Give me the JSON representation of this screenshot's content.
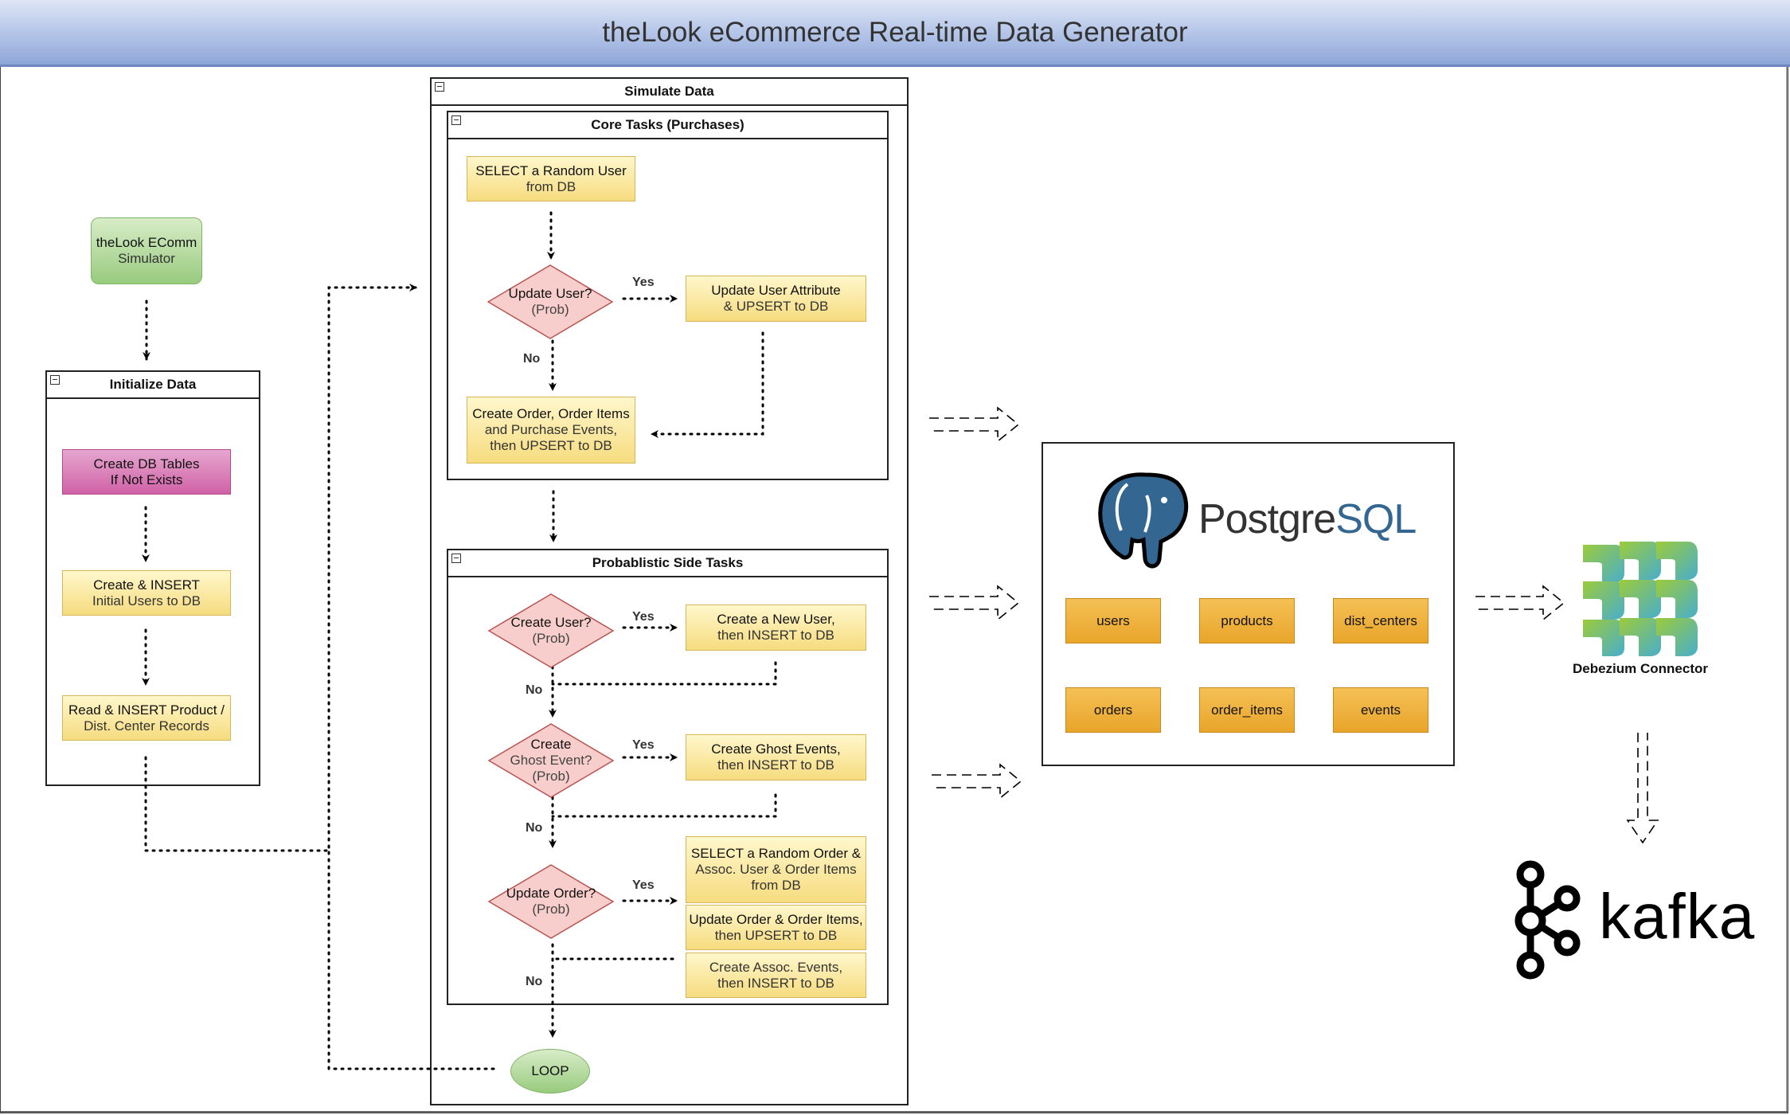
{
  "title": "theLook eCommerce Real-time Data Generator",
  "simulator": {
    "line1": "theLook EComm",
    "line2": "Simulator"
  },
  "initialize": {
    "title": "Initialize Data",
    "create_tables": {
      "line1": "Create DB Tables",
      "line2": "If Not Exists"
    },
    "insert_users": {
      "line1": "Create & INSERT",
      "line2": "Initial Users to DB"
    },
    "insert_products": {
      "line1": "Read & INSERT Product /",
      "line2": "Dist. Center Records"
    }
  },
  "simulate": {
    "title": "Simulate Data",
    "core": {
      "title": "Core Tasks (Purchases)",
      "select_user": {
        "line1": "SELECT a Random User",
        "line2": "from DB"
      },
      "update_user_q": {
        "line1": "Update User?",
        "line2": "(Prob)"
      },
      "update_user_attr": {
        "line1": "Update User Attribute",
        "line2": "& UPSERT to DB"
      },
      "create_order": {
        "line1": "Create Order, Order Items",
        "line2": "and Purchase Events,",
        "line3": "then UPSERT to DB"
      }
    },
    "side": {
      "title": "Probablistic Side Tasks",
      "create_user_q": {
        "line1": "Create User?",
        "line2": "(Prob)"
      },
      "create_new_user": {
        "line1": "Create a New User,",
        "line2": "then INSERT to DB"
      },
      "ghost_q": {
        "line1": "Create",
        "line2": "Ghost Event?",
        "line3": "(Prob)"
      },
      "ghost_events": {
        "line1": "Create Ghost Events,",
        "line2": "then INSERT to DB"
      },
      "update_order_q": {
        "line1": "Update Order?",
        "line2": "(Prob)"
      },
      "select_order": {
        "line1": "SELECT a Random Order &",
        "line2": "Assoc. User & Order Items",
        "line3": "from DB"
      },
      "update_order": {
        "line1": "Update Order & Order Items,",
        "line2": "then UPSERT to DB"
      },
      "assoc_events": {
        "line1": "Create Assoc. Events,",
        "line2": "then INSERT to DB"
      }
    },
    "loop": "LOOP"
  },
  "labels": {
    "yes": "Yes",
    "no": "No"
  },
  "postgres": {
    "logo_part1": "Postgre",
    "logo_part2": "SQL",
    "tables": [
      "users",
      "products",
      "dist_centers",
      "orders",
      "order_items",
      "events"
    ]
  },
  "debezium": {
    "label": "Debezium Connector"
  },
  "kafka": {
    "label": "kafka"
  },
  "colors": {
    "postgres_blue": "#336791",
    "debezium_green": "#8cc63f",
    "debezium_teal": "#4fb3c9",
    "table_orange": "#f0b036"
  }
}
